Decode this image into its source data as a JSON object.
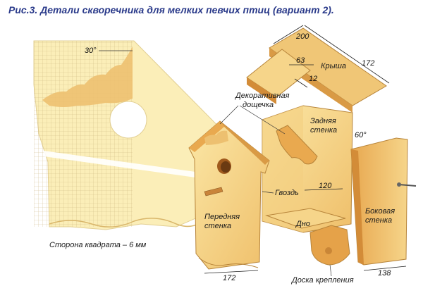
{
  "title": "Рис.3. Детали скворечника для мелких певчих птиц (вариант 2).",
  "labels": {
    "roof": "Крыша",
    "back_wall": [
      "Задняя",
      "стенка"
    ],
    "decor_board": [
      "Декоративная",
      "дощечка"
    ],
    "nail": "Гвоздь",
    "front_wall": [
      "Передняя",
      "стенка"
    ],
    "bottom": "Дно",
    "side_wall": [
      "Боковая",
      "стенка"
    ],
    "mount_board": "Доска крепления",
    "grid_note": "Сторона квадрата – 6 мм"
  },
  "dimensions": {
    "roof_width": "200",
    "roof_depth": "172",
    "roof_overhang": "63",
    "roof_thickness": "12",
    "angle_grid": "30°",
    "angle_side": "60°",
    "inner_width": "120",
    "front_width": "172",
    "side_width": "138"
  },
  "colors": {
    "wood_light": "#f7e4a0",
    "wood_mid": "#edc070",
    "wood_dark": "#d99a45",
    "grid_line": "#c8b07a",
    "title": "#2a3a8a"
  }
}
